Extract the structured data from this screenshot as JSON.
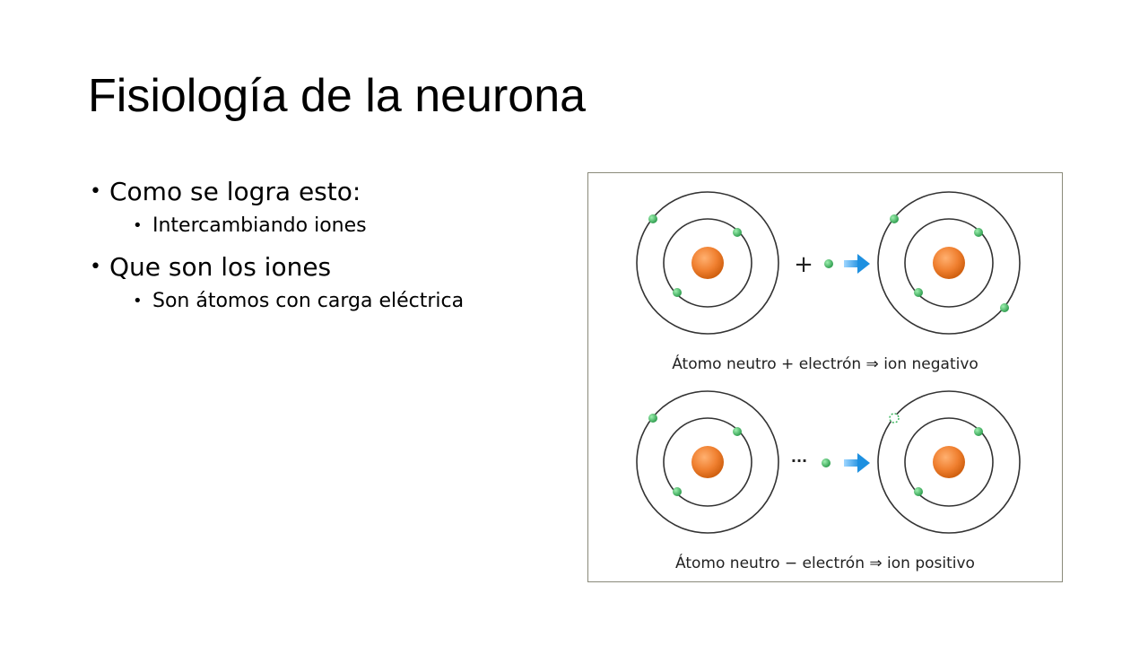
{
  "slide": {
    "title": "Fisiología de la neurona",
    "bullets": [
      {
        "text": "Como se logra esto:",
        "sub": [
          "Intercambiando iones"
        ]
      },
      {
        "text": "Que son los iones",
        "sub": [
          "Son átomos con carga eléctrica"
        ]
      }
    ]
  },
  "figure": {
    "row1": {
      "operator": "+",
      "caption": "Átomo neutro + electrón ⇒ ion negativo"
    },
    "row2": {
      "operator": "···",
      "caption": "Átomo neutro − electrón ⇒ ion positivo"
    },
    "colors": {
      "nucleus": "#f08030",
      "electron": "#3cb860",
      "arrow": "#1e90e0",
      "orbit": "#333333"
    }
  }
}
